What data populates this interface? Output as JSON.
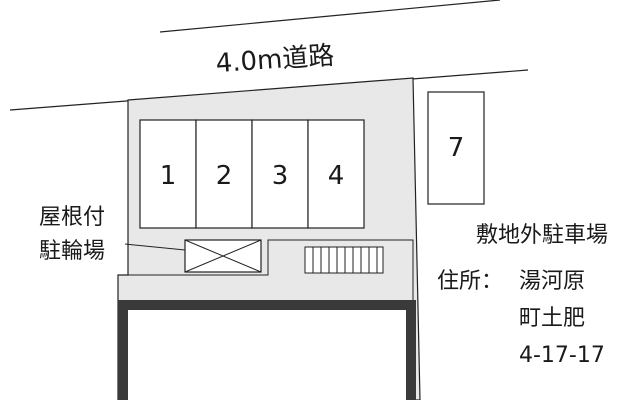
{
  "road": {
    "label": "4.0m道路"
  },
  "parking": {
    "spaces": [
      "1",
      "2",
      "3",
      "4"
    ],
    "offsite_space": "7",
    "offsite_label": "敷地外駐車場"
  },
  "bicycle_parking": {
    "line1": "屋根付",
    "line2": "駐輪場"
  },
  "address": {
    "prefix": "住所：",
    "line1": "湯河原",
    "line2": "町土肥",
    "line3": "4-17-17"
  },
  "colors": {
    "lot_fill": "#e8e8e8",
    "building_wall": "#3a3a3a",
    "line": "#222222"
  }
}
